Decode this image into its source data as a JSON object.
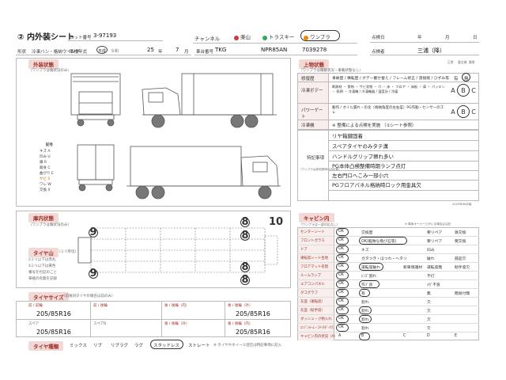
{
  "header": {
    "title": "② 内外装シート",
    "lot_label": "ロット番号",
    "lot_value": "3-97193",
    "channel_label": "チャンネル",
    "channels": [
      {
        "name": "楽山",
        "color": "#d33"
      },
      {
        "name": "トラスキー",
        "color": "#3a5"
      },
      {
        "name": "ワンプラ",
        "color": "#e80"
      }
    ],
    "inspect_date_label": "点検日",
    "year_label": "年",
    "month_label": "月",
    "day_label": "日",
    "shape_label": "形状",
    "shape_value": "冷凍バン・格納ウイング",
    "first_reg_label": "車検年式",
    "era": "平成",
    "first_reg_year": "25",
    "year_suffix": "年",
    "first_reg_month": "7",
    "month_suffix": "月",
    "model_label": "車台番号",
    "model_value": "TKG",
    "model_code": "NPR85AN",
    "chassis_no": "7039278",
    "inspector_label": "点検者",
    "inspector_name": "三浦（降）"
  },
  "exterior": {
    "head": "外装状態",
    "note": "（ワンプラは傷状況のみ）",
    "legend_title": "記号",
    "legend": [
      "キズ A",
      "凹み U",
      "錆 R",
      "腐食 C",
      "曲がり E",
      "サビ S",
      "ワレ W",
      "交換 X"
    ]
  },
  "upper": {
    "head": "上物状態",
    "note": "（ワンプラは積載状況・車載状態なし）",
    "grade_header": [
      "正常",
      "要点検",
      "異常"
    ],
    "rows": [
      {
        "label": "修復歴",
        "text": "事故歴 / 横転歴 / ボデー載せ替え / フレーム修正 / 溶接痕 / ひずみ等",
        "grades": [
          "有",
          "無"
        ]
      },
      {
        "label": "冷凍ボデー",
        "text": "断熱材 ・ 食物 ・ サビ状態 ・ 穴 ・ 床 ・ フロア ・ 床板 ・ 扉 ・ パッキン ・ 照明 ・ 冷凍機 / 冷凍機器 / 温度計 / 冷媒",
        "grades": [
          "A",
          "B",
          "C"
        ]
      },
      {
        "label": "パワーゲート",
        "text": "動作 / オイル漏れ・劣化（格納角度の左右差）PG作動・センサーのズレ",
        "grades": [
          "A",
          "B",
          "C"
        ]
      },
      {
        "label": "冷凍機",
        "text": "※ 整備による点検を実施 （①シート参照）",
        "grades": []
      }
    ],
    "special_label": "特記事項",
    "special_note": "（ワンプラは状況説明のみ記載）",
    "special_items": [
      "リヤ箱鍵固着",
      "スペアタイヤのみタテ溝",
      "ハンドルグリップ擦れ多い",
      "PG本体凸検整備時期ランプ点灯",
      "左右門ロへこみ一部小穴",
      "PGフロアパネル格納時ロック用金具欠"
    ],
    "footnote": "2025年06月版"
  },
  "interior": {
    "head": "庫内状態",
    "note": "（ワンプラは傷状況のみ）",
    "numbers": [
      "9",
      "8",
      "10",
      "9",
      "8",
      "8",
      "8"
    ]
  },
  "tread": {
    "head": "タイヤ山",
    "sub": "（ミリ単位）",
    "lines": [
      "2ミリ以下は赤丸",
      "4ミリ以下は黄色",
      "番号を付記のこと",
      "車検の有無を記録"
    ]
  },
  "tire_size": {
    "head": "タイヤサイズ",
    "note": "（前後同タイヤの場合は前のみ）",
    "labels": {
      "fl": "前 / 前輪",
      "fr": "前 / 後輪",
      "rl": "後 / 後輪（内）",
      "rr": "後 / 後輪（外）",
      "sp": "スペア",
      "sp2": "スペアB",
      "rl2": "後 / 後輪（外）",
      "rr2": "後 / 後輪（内）"
    },
    "values": {
      "fl": "205/85R16",
      "rr": "205/85R16",
      "sp": "205/85R16",
      "rr2": "205/85R16"
    }
  },
  "tire_type": {
    "head": "タイヤ種類",
    "options": [
      "ミックス",
      "リブ",
      "リブラグ",
      "ラグ",
      "スタッドレス",
      "ストレート"
    ],
    "selected": "スタッドレス",
    "note": "※ タイヤやホイール混在は特記事項に記入"
  },
  "cabin": {
    "head": "キャビン内",
    "note": "（ワンプラは一部対応なし）",
    "legend": "※ 車両オーナーとがいる場合は注記",
    "rows": [
      {
        "label": "センターシート",
        "opts": [
          "OK",
          "交換歴",
          "",
          "要リペア",
          "鉄交換"
        ]
      },
      {
        "label": "フロントガラス",
        "opts": [
          "OK",
          "OK(軽微な飛び石等)",
          "",
          "要リペア",
          "要交換"
        ]
      },
      {
        "label": "ドア",
        "opts": [
          "OK",
          "キズ",
          "",
          "凹み",
          ""
        ]
      },
      {
        "label": "運転席シート生地",
        "opts": [
          "OK",
          "ガタつき・ほつれ・ヘタリ",
          "",
          "破れ",
          "部品欠"
        ]
      },
      {
        "label": "フロアマット有無",
        "opts": [
          "OK",
          "運転席破れ",
          "新車保護材",
          "運転席無",
          "助手席欠"
        ]
      },
      {
        "label": "ルームランプ",
        "opts": [
          "OK",
          "ﾚﾝｽﾞ割れ",
          "",
          "不灯",
          ""
        ]
      },
      {
        "label": "エアコンパネル",
        "opts": [
          "OK",
          "作ﾌﾞ良",
          "",
          "ﾒｶﾞ不良",
          ""
        ]
      },
      {
        "label": "タコグラフ",
        "opts": [
          "OK",
          "有",
          "",
          "無",
          "簡易付無"
        ]
      },
      {
        "label": "灰皿（運転席）",
        "opts": [
          "OK",
          "割れ",
          "",
          "欠",
          ""
        ]
      },
      {
        "label": "灰皿（助手席）",
        "opts": [
          "OK",
          "割れ",
          "",
          "欠",
          ""
        ]
      },
      {
        "label": "ダッシュ・小物入れ",
        "opts": [
          "OK",
          "割れ",
          "",
          "欠",
          ""
        ]
      },
      {
        "label": "ｴﾝｼﾞﾝﾙｰﾑ・ｽｲｯﾁﾎﾞｯｸｽ",
        "opts": [
          "OK",
          "割れ",
          "",
          "欠",
          ""
        ]
      },
      {
        "label": "キャビン内の状況（A）",
        "opts": [
          "A",
          "B",
          "C",
          "D",
          "E"
        ]
      }
    ]
  }
}
